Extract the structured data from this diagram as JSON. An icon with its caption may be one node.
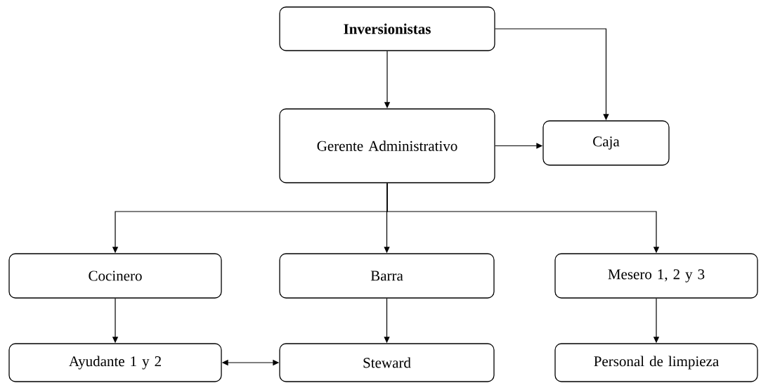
{
  "diagram": {
    "nodes": [
      {
        "text": [
          "Inversionistas"
        ]
      },
      {
        "text": [
          "Gerente Administrativo"
        ]
      },
      {
        "text": [
          "Caja"
        ]
      },
      {
        "text": [
          "Cocinero"
        ]
      },
      {
        "text": [
          "Barra"
        ]
      },
      {
        "text": [
          "Mesero 1, 2 y 3"
        ]
      },
      {
        "text": [
          "Ayudante 1 y 2"
        ]
      },
      {
        "text": [
          "Steward"
        ]
      },
      {
        "text": [
          "Personal de limpieza"
        ]
      }
    ],
    "edges": [
      {
        "from": 0,
        "to": 1,
        "arrow": "to"
      },
      {
        "from": 0,
        "to": 2,
        "arrow": "to"
      },
      {
        "from": 1,
        "to": 2,
        "arrow": "to"
      },
      {
        "from": 1,
        "to": 3,
        "arrow": "to"
      },
      {
        "from": 1,
        "to": 4,
        "arrow": "to"
      },
      {
        "from": 1,
        "to": 5,
        "arrow": "to"
      },
      {
        "from": 3,
        "to": 6,
        "arrow": "to"
      },
      {
        "from": 4,
        "to": 7,
        "arrow": "to"
      },
      {
        "from": 5,
        "to": 8,
        "arrow": "to"
      },
      {
        "from": 6,
        "to": 7,
        "arrow": "both"
      }
    ]
  }
}
